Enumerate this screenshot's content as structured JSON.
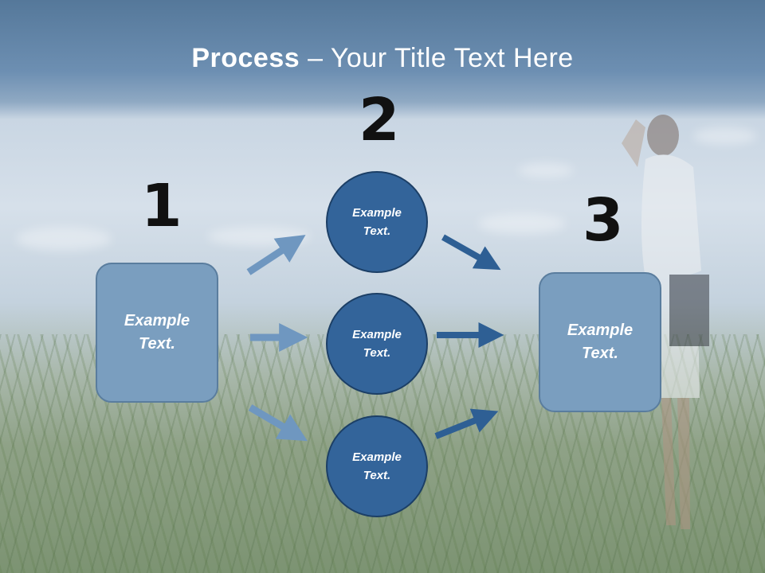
{
  "title": {
    "bold": "Process",
    "rest": " – Your Title Text Here"
  },
  "steps": {
    "one": {
      "number": "1",
      "text_line1": "Example",
      "text_line2": "Text."
    },
    "two": {
      "number": "2"
    },
    "three": {
      "number": "3",
      "text_line1": "Example",
      "text_line2": "Text."
    }
  },
  "circles": [
    {
      "line1": "Example",
      "line2": "Text."
    },
    {
      "line1": "Example",
      "line2": "Text."
    },
    {
      "line1": "Example",
      "line2": "Text."
    }
  ],
  "colors": {
    "box_fill": "#7a9ebf",
    "circle_fill": "#33649a",
    "arrow_light": "#6f97c0",
    "arrow_dark": "#2e5f94"
  }
}
